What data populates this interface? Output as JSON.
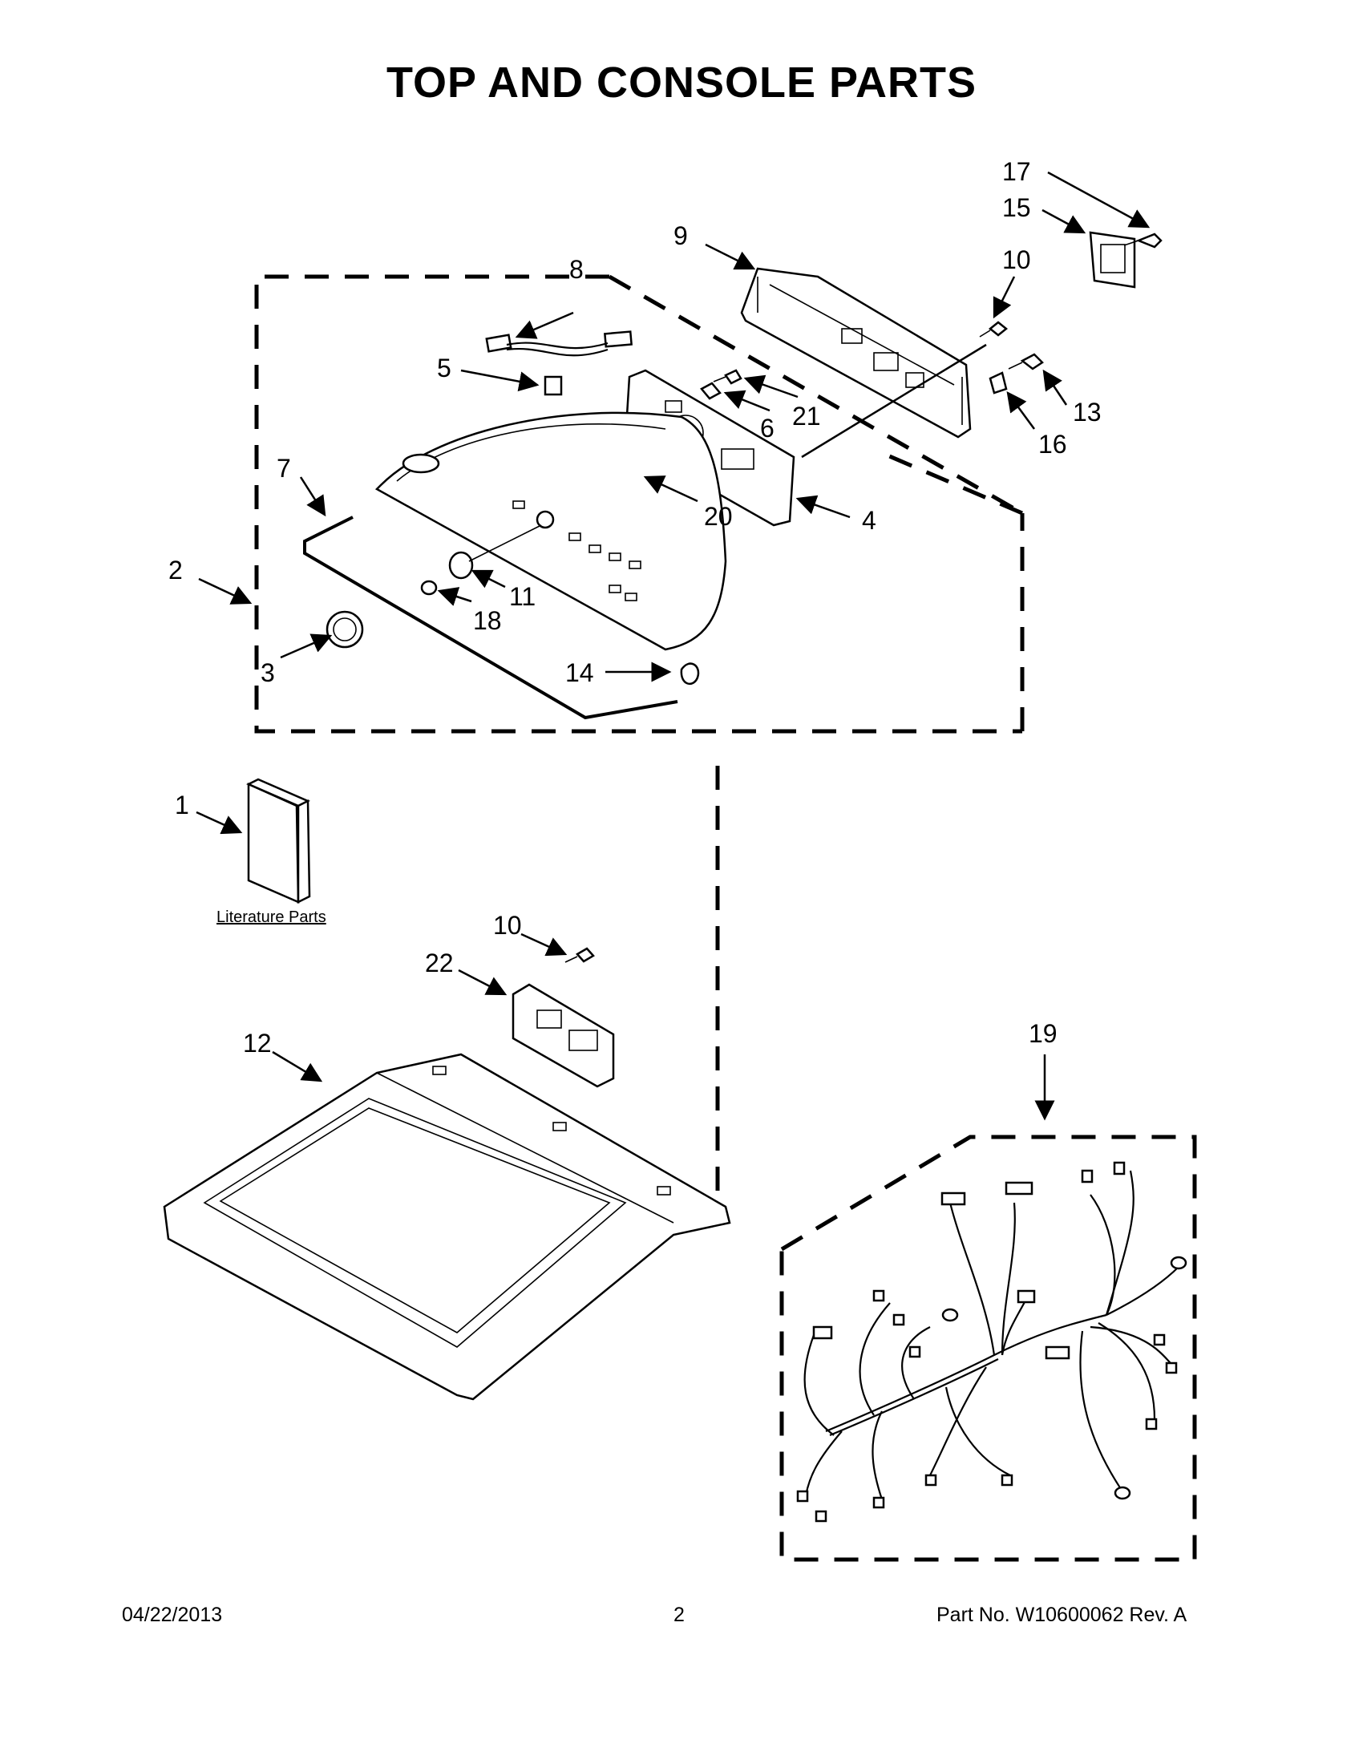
{
  "page": {
    "title": "TOP AND CONSOLE PARTS"
  },
  "callouts": {
    "c1": "1",
    "c2": "2",
    "c3": "3",
    "c4": "4",
    "c5": "5",
    "c6": "6",
    "c7": "7",
    "c8": "8",
    "c9": "9",
    "c10a": "10",
    "c10b": "10",
    "c11": "11",
    "c12": "12",
    "c13": "13",
    "c14": "14",
    "c15": "15",
    "c16": "16",
    "c17": "17",
    "c18": "18",
    "c19": "19",
    "c20": "20",
    "c21": "21",
    "c22": "22"
  },
  "literature_label": "Literature Parts",
  "footer": {
    "date": "04/22/2013",
    "page_number": "2",
    "part_number": "Part No.  W10600062  Rev.  A"
  }
}
